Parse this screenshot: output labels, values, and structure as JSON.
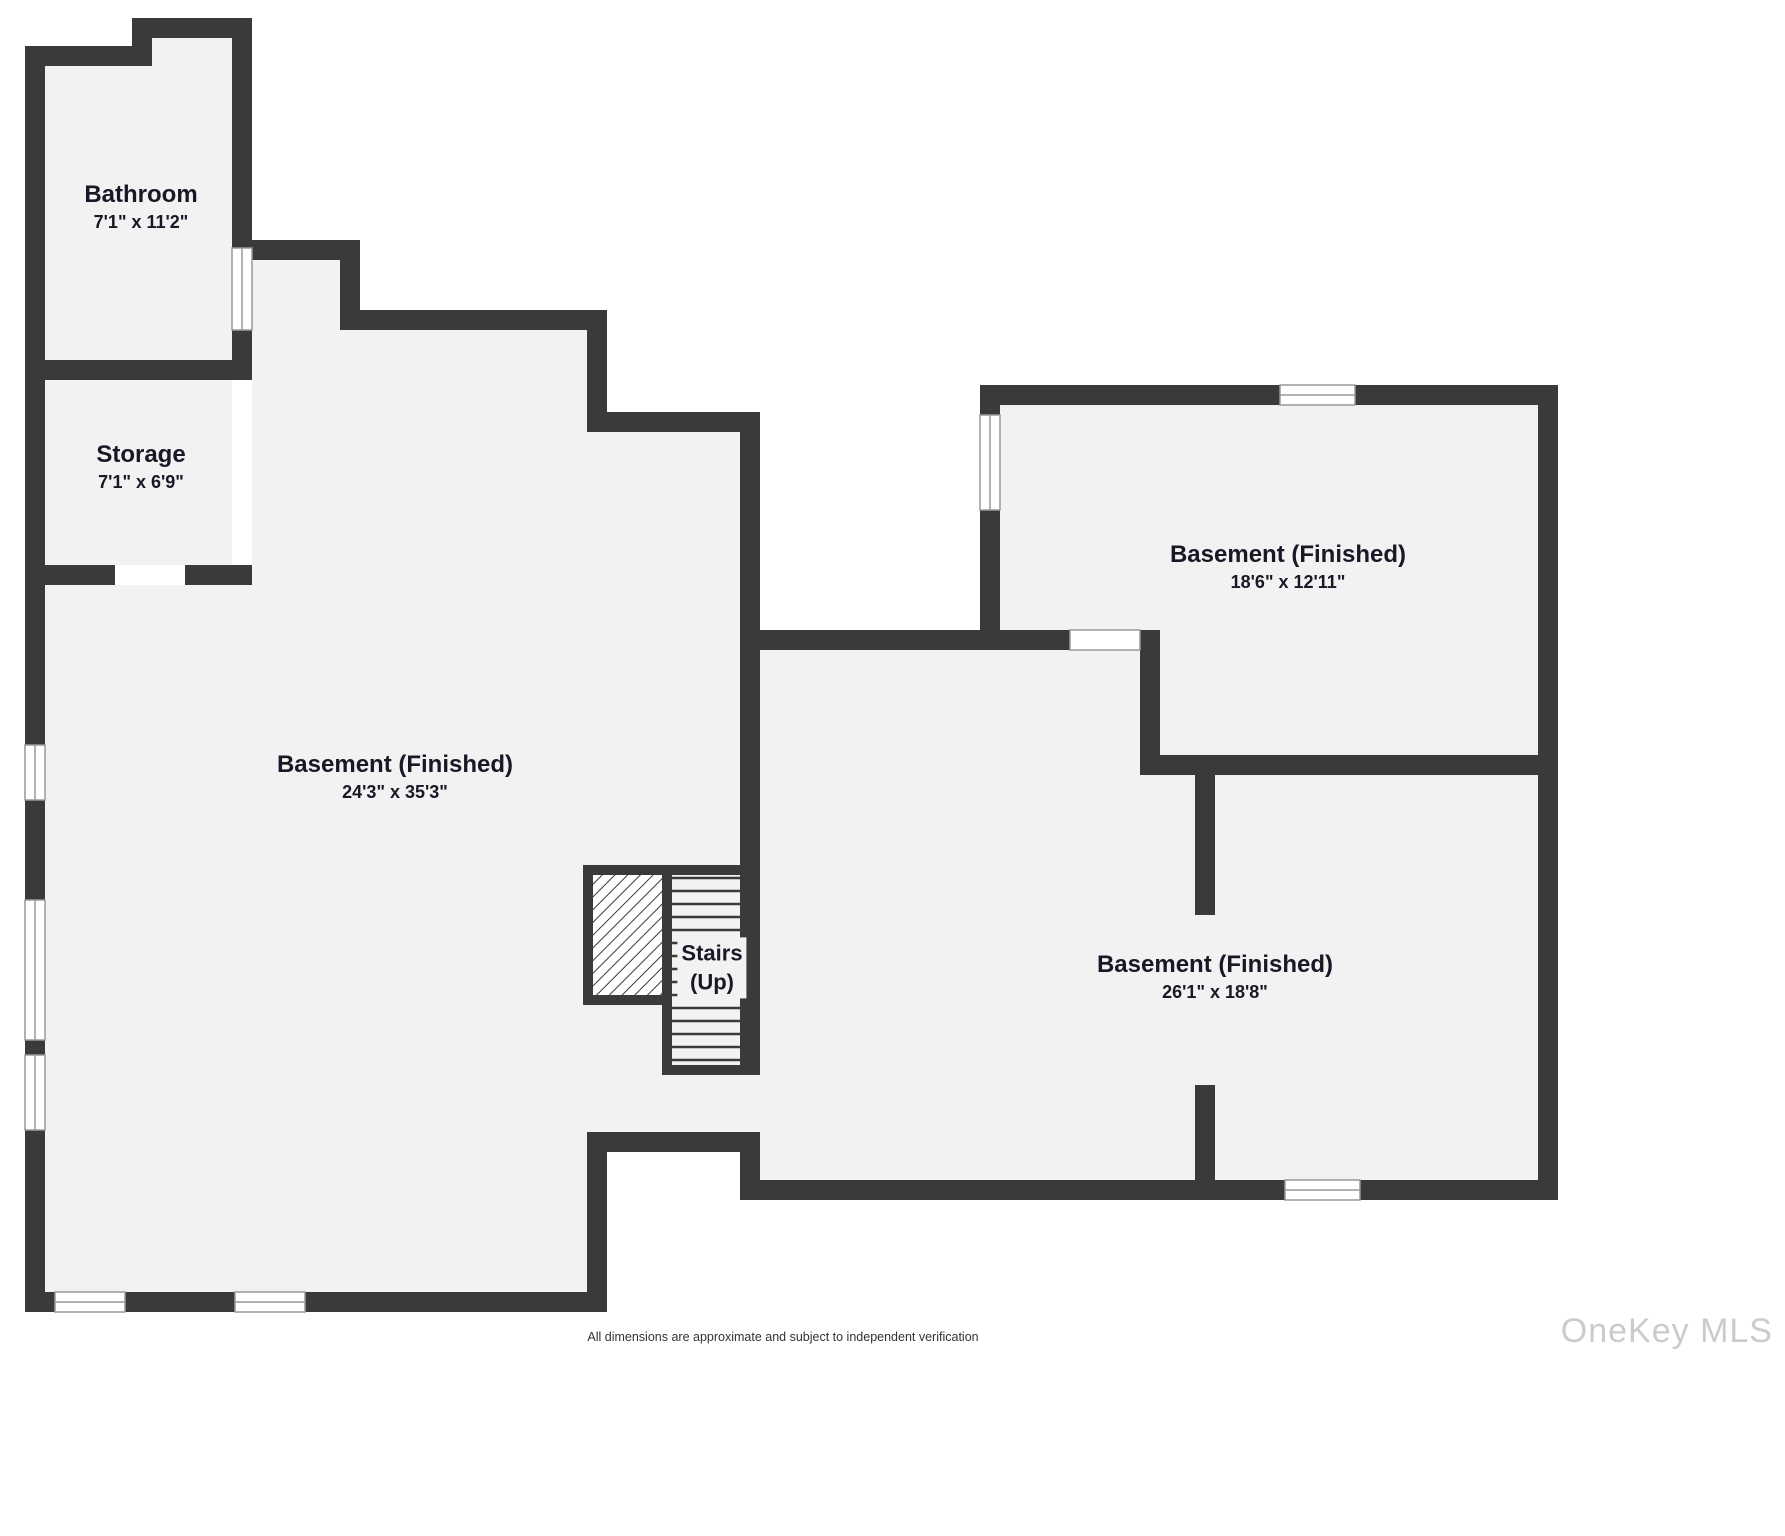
{
  "meta": {
    "colors": {
      "wall": "#3a3a3a",
      "room_fill": "#f2f2f2",
      "background": "#ffffff",
      "text": "#181826",
      "window_line": "#999999",
      "watermark": "#cbcbcb",
      "footer_text": "#333333"
    }
  },
  "rooms": [
    {
      "name": "Bathroom",
      "dims": "7'1\" x 11'2\""
    },
    {
      "name": "Storage",
      "dims": "7'1\" x 6'9\""
    },
    {
      "name": "Basement (Finished)",
      "dims": "24'3\" x 35'3\""
    },
    {
      "name": "Basement (Finished)",
      "dims": "18'6\" x 12'11\""
    },
    {
      "name": "Basement (Finished)",
      "dims": "26'1\" x 18'8\""
    }
  ],
  "stairs": {
    "line1": "Stairs",
    "line2": "(Up)"
  },
  "footer": "All dimensions are approximate and subject to independent verification",
  "watermark": "OneKey MLS"
}
